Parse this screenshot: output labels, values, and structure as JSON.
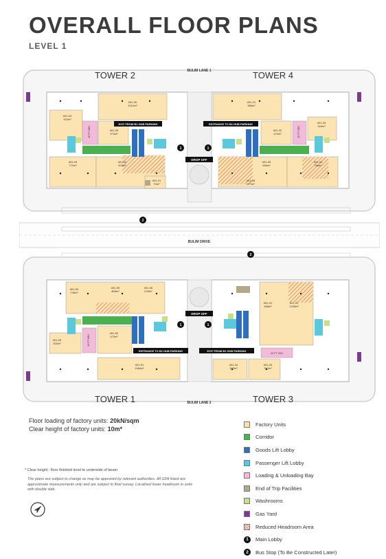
{
  "title": "OVERALL FLOOR PLANS",
  "subtitle": "LEVEL 1",
  "towers": [
    "TOWER 2",
    "TOWER 4",
    "TOWER 1",
    "TOWER 3"
  ],
  "roads": {
    "top": "BULIM LANE 1",
    "middle": "BULIM DRIVE",
    "bottom": "BULIM LANE 2"
  },
  "tags": {
    "drop_off": "DROP OFF",
    "exit_hub": "EXIT FROM B1 HUB PARKING",
    "entrance_hub": "ENTRANCE TO B1 HUB PARKING",
    "vdh": "40 FT VDH"
  },
  "units_top": [
    {
      "id": "#01-06",
      "area": "1012m²"
    },
    {
      "id": "#01-04",
      "area": "410m²"
    },
    {
      "id": "#01-05",
      "area": "473m²"
    },
    {
      "id": "#01-03",
      "area": "772m²"
    },
    {
      "id": "#01-02",
      "area": "878m²"
    },
    {
      "id": "#01-01",
      "area": "70m²"
    },
    {
      "id": "#01-31",
      "area": "986m²"
    },
    {
      "id": "#01-33",
      "area": "344m²"
    },
    {
      "id": "#01-32",
      "area": "473m²"
    },
    {
      "id": "#01-35",
      "area": "590m²"
    },
    {
      "id": "#01-34",
      "area": "758m²"
    },
    {
      "id": "#01-36",
      "area": "677m²"
    }
  ],
  "units_bottom": [
    {
      "id": "#01-54",
      "area": "748m²"
    },
    {
      "id": "#01-55",
      "area": "808m²"
    },
    {
      "id": "#01-56",
      "area": "578m²"
    },
    {
      "id": "#01-52",
      "area": "473m²"
    },
    {
      "id": "#01-53",
      "area": "303m²"
    },
    {
      "id": "#01-51",
      "area": "1064m²"
    },
    {
      "id": "#01-41",
      "area": "468m²"
    },
    {
      "id": "#01-42",
      "area": "1245m²"
    },
    {
      "id": "#01-44",
      "area": "472m²"
    },
    {
      "id": "#01-43",
      "area": "312m²"
    }
  ],
  "specs": {
    "line1_label": "Floor loading of factory units: ",
    "line1_value": "20kN/sqm",
    "line2_label": "Clear height of factory units: ",
    "line2_value": "10m*"
  },
  "note_clear_height": "* Clear height : floor finished level to underside of beam",
  "disclaimer": "The plans are subject to change as may be approved by relevant authorities. All GFA listed are approximate measurements only and are subject to final survey. Localised lower headroom in units with double slab.",
  "legend": [
    {
      "label": "Factory Units",
      "color": "#fbe3b2",
      "kind": "swatch"
    },
    {
      "label": "Corridor",
      "color": "#4cb050",
      "kind": "swatch"
    },
    {
      "label": "Goods Lift Lobby",
      "color": "#2f6fc0",
      "kind": "swatch"
    },
    {
      "label": "Passenger Lift Lobby",
      "color": "#5cc8dc",
      "kind": "swatch"
    },
    {
      "label": "Loading & Unloading Bay",
      "color": "#f2bcd8",
      "kind": "swatch"
    },
    {
      "label": "End of Trip Facilities",
      "color": "#b3a98a",
      "kind": "swatch"
    },
    {
      "label": "Washrooms",
      "color": "#c8df8a",
      "kind": "swatch"
    },
    {
      "label": "Gas Yard",
      "color": "#7a3c8c",
      "kind": "swatch"
    },
    {
      "label": "Reduced Headroom Area",
      "color": "#e06a4a",
      "kind": "hatch"
    },
    {
      "label": "Main Lobby",
      "color": "#111111",
      "kind": "num",
      "num": "1"
    },
    {
      "label": "Bus Stop (To Be Constructed Later)",
      "color": "#111111",
      "kind": "num",
      "num": "2"
    }
  ],
  "markers": {
    "lobby": "1",
    "bus": "2"
  }
}
